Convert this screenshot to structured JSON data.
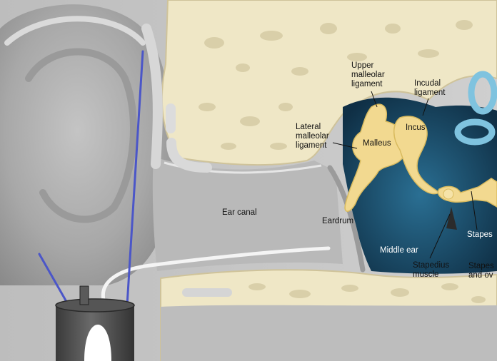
{
  "labels": {
    "upper_malleolar_ligament": "Upper\nmalleolar\nligament",
    "incudal_ligament": "Incudal\nligament",
    "lateral_malleolar_ligament": "Lateral\nmalleolar\nligament",
    "incus": "Incus",
    "malleus": "Malleus",
    "ear_canal": "Ear canal",
    "eardrum": "Eardrum",
    "stapes": "Stapes",
    "middle_ear": "Middle ear",
    "stapedius_muscle": "Stapedius\nmuscle",
    "stapes_and_oval": "Stapes\nand ov"
  },
  "colors": {
    "skin": "#c9c9c9",
    "skin_shadow": "#8e8e8e",
    "bone": "#efe7c6",
    "bone_hole": "#d8d0ae",
    "middle_ear_cavity": "#1d4f6e",
    "ossicles": "#f2d990",
    "probe_lines": "#4b56c8",
    "device": "#4a4a4a"
  },
  "icons": [
    "ear-probe-device",
    "probe-tube",
    "probe-wires"
  ]
}
